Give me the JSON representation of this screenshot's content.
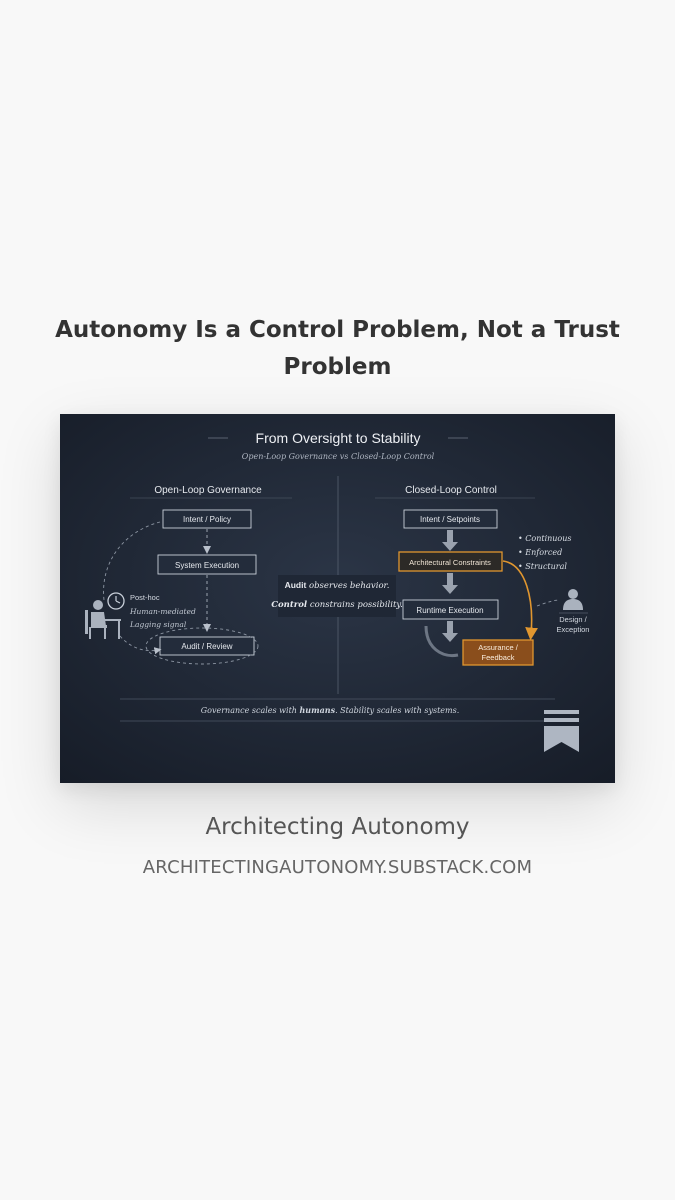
{
  "post": {
    "title": "Autonomy Is a Control Problem, Not a Trust Problem"
  },
  "hero_image": {
    "title": "From Oversight to Stability",
    "subtitle": "Open-Loop Governance vs Closed-Loop Control",
    "left": {
      "heading": "Open-Loop Governance",
      "box_intent": "Intent / Policy",
      "box_execution": "System Execution",
      "box_audit": "Audit / Review",
      "note_1": "Post-hoc",
      "note_2": "Human-mediated",
      "note_3": "Lagging signal"
    },
    "center": {
      "audit_word": "Audit",
      "audit_rest": " observes behavior.",
      "control_word": "Control",
      "control_rest": " constrains possibility."
    },
    "right": {
      "heading": "Closed-Loop Control",
      "box_intent": "Intent / Setpoints",
      "box_constraints": "Architectural Constraints",
      "box_runtime": "Runtime Execution",
      "box_assurance_1": "Assurance /",
      "box_assurance_2": "Feedback",
      "bullet_1": "Continuous",
      "bullet_2": "Enforced",
      "bullet_3": "Structural",
      "person_label_1": "Design /",
      "person_label_2": "Exception"
    },
    "footer": {
      "part_1": "Governance scales with ",
      "bold_1": "humans",
      "part_2": ".  Stability scales with systems."
    },
    "colors": {
      "background": "#1f2735",
      "accent_orange": "#e0962f",
      "box_border": "#c9d0da",
      "text_light": "#e6e9ee"
    }
  },
  "publication": {
    "name": "Architecting Autonomy",
    "url": "ARCHITECTINGAUTONOMY.SUBSTACK.COM"
  }
}
